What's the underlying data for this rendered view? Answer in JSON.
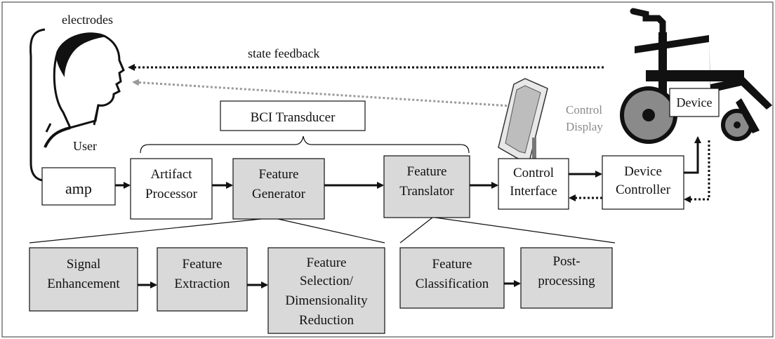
{
  "user": {
    "electrodes_label": "electrodes",
    "user_label": "User"
  },
  "feedback": {
    "state_feedback_label": "state feedback"
  },
  "transducer": {
    "label": "BCI Transducer"
  },
  "control_display": {
    "line1": "Control",
    "line2": "Display"
  },
  "device": {
    "label": "Device"
  },
  "blocks": {
    "amp": "amp",
    "artifact_processor": {
      "line1": "Artifact",
      "line2": "Processor"
    },
    "feature_generator": {
      "line1": "Feature",
      "line2": "Generator"
    },
    "feature_translator": {
      "line1": "Feature",
      "line2": "Translator"
    },
    "control_interface": {
      "line1": "Control",
      "line2": "Interface"
    },
    "device_controller": {
      "line1": "Device",
      "line2": "Controller"
    }
  },
  "generator_stages": {
    "signal_enhancement": {
      "line1": "Signal",
      "line2": "Enhancement"
    },
    "feature_extraction": {
      "line1": "Feature",
      "line2": "Extraction"
    },
    "feature_selection": {
      "line1": "Feature",
      "line2": "Selection/",
      "line3": "Dimensionality",
      "line4": "Reduction"
    }
  },
  "translator_stages": {
    "feature_classification": {
      "line1": "Feature",
      "line2": "Classification"
    },
    "post_processing": {
      "line1": "Post-",
      "line2": "processing"
    }
  },
  "colors": {
    "block_fill_gray": "#d9d9d9",
    "block_fill_white": "#ffffff",
    "stroke": "#111111",
    "feedback_gray": "#9a9a9a"
  }
}
